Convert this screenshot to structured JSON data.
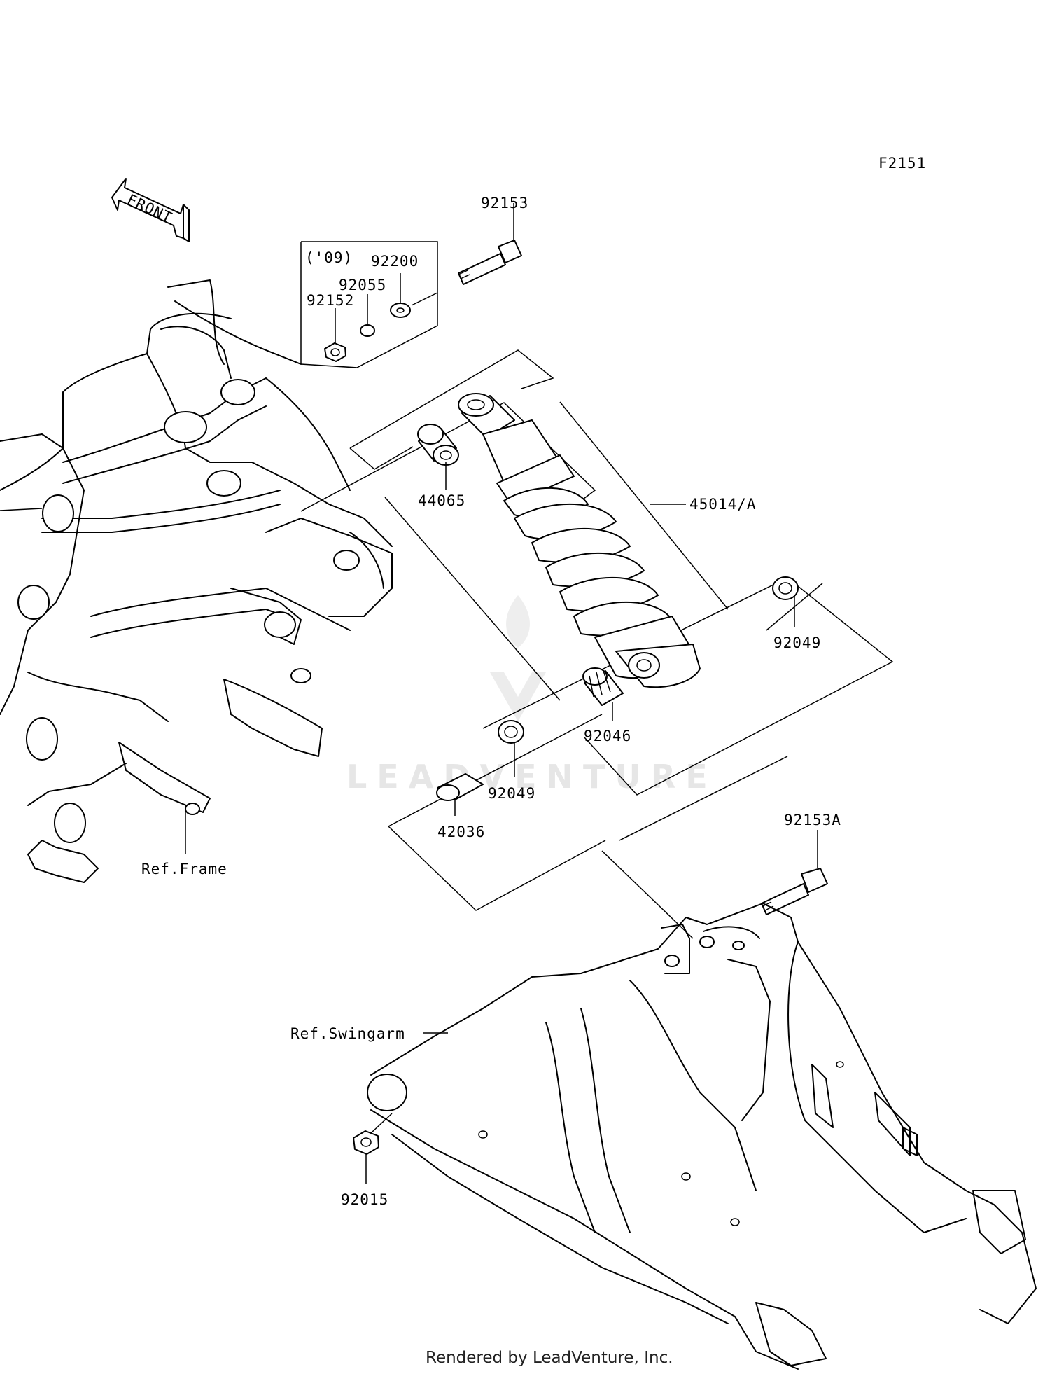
{
  "diagram_code": "F2151",
  "front_arrow": "FRONT",
  "year_note": "('09)",
  "watermark": "LEADVENTURE",
  "footer": "Rendered by LeadVenture, Inc.",
  "parts": {
    "p92153": "92153",
    "p92200": "92200",
    "p92055": "92055",
    "p92152": "92152",
    "p44065": "44065",
    "p45014A": "45014/A",
    "p92049_upper": "92049",
    "p92046": "92046",
    "p92049_lower": "92049",
    "p42036": "42036",
    "p92153A": "92153A",
    "p92015": "92015"
  },
  "refs": {
    "frame": "Ref.Frame",
    "swingarm": "Ref.Swingarm"
  }
}
